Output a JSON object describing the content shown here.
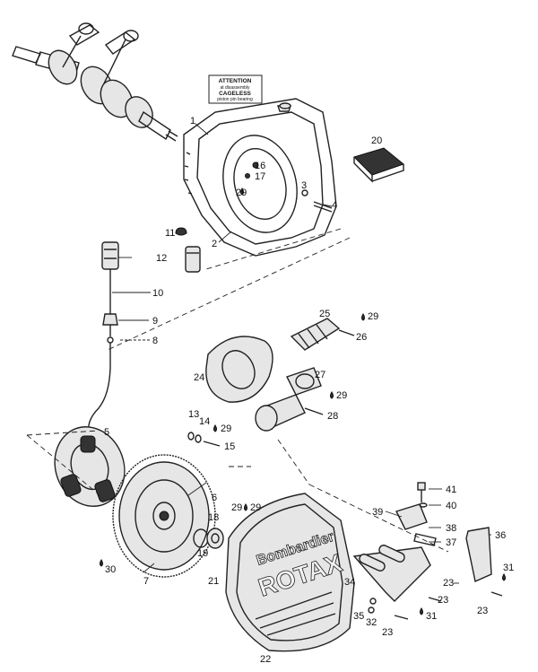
{
  "attention_label": {
    "line1": "ATTENTION",
    "line2": "at disassembly",
    "line3": "CAGELESS",
    "line4": "piston pin bearing"
  },
  "cover_brand": {
    "line1": "Bombardier",
    "line2": "ROTAX"
  },
  "callouts": [
    "1",
    "2",
    "3",
    "4",
    "5",
    "6",
    "7",
    "8",
    "9",
    "10",
    "11",
    "12",
    "13",
    "14",
    "15",
    "16",
    "17",
    "18",
    "19",
    "20",
    "21",
    "22",
    "23",
    "23",
    "23",
    "23",
    "24",
    "25",
    "26",
    "27",
    "28",
    "29",
    "29",
    "29",
    "29",
    "29",
    "29",
    "30",
    "31",
    "31",
    "32",
    "34",
    "35",
    "36",
    "37",
    "38",
    "39",
    "40",
    "41"
  ]
}
